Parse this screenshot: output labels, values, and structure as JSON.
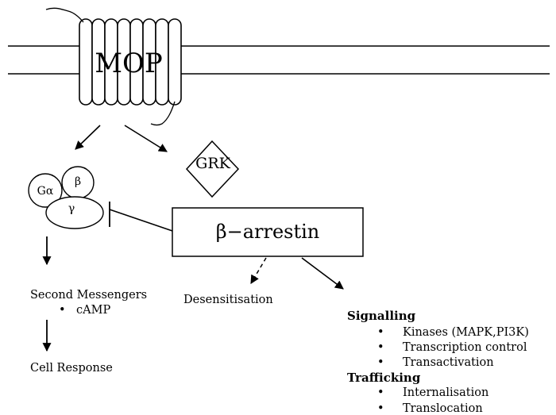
{
  "receptor": {
    "label": "MOP"
  },
  "kinase": {
    "label": "GRK"
  },
  "g_protein": {
    "alpha": "Gα",
    "beta": "β",
    "gamma": "γ"
  },
  "arrestin": {
    "label": "β−arrestin"
  },
  "second_messengers": {
    "title": "Second Messengers",
    "bullet": "•",
    "items": [
      "cAMP"
    ]
  },
  "cell_response": {
    "label": "Cell Response"
  },
  "desensitisation": {
    "label": "Desensitisation"
  },
  "signalling": {
    "title": "Signalling",
    "bullet": "•",
    "items": [
      "Kinases (MAPK,PI3K)",
      "Transcription control",
      "Transactivation"
    ]
  },
  "trafficking": {
    "title": "Trafficking",
    "bullet": "•",
    "items": [
      "Internalisation",
      "Translocation"
    ]
  }
}
